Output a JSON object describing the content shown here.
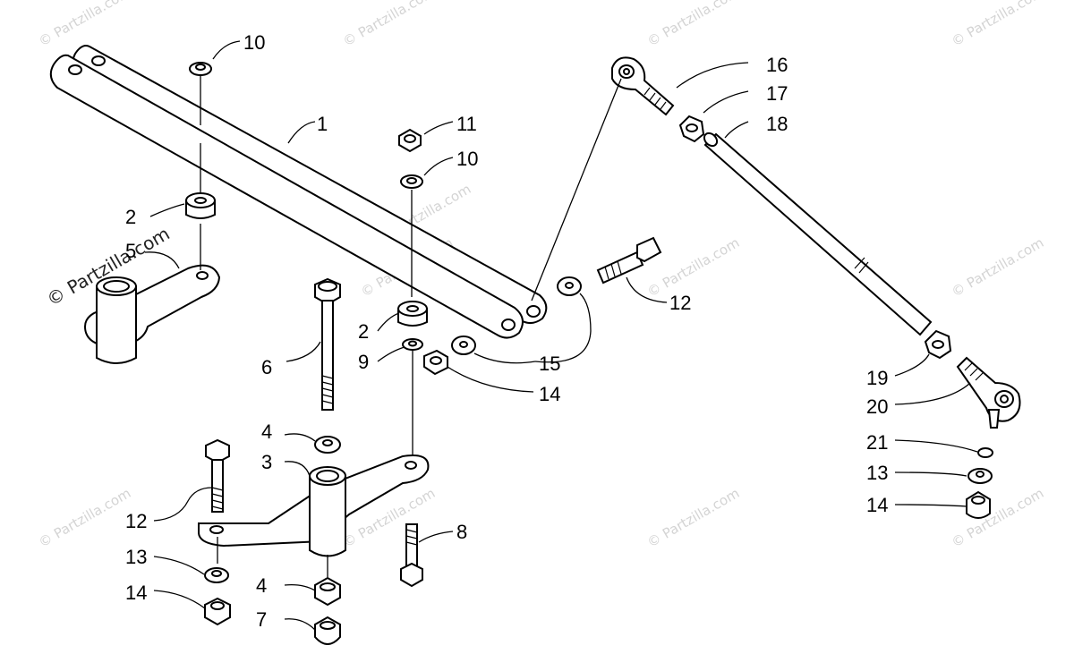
{
  "watermark_text": "© Partzilla.com",
  "callouts": {
    "c1": "1",
    "c2a": "2",
    "c2b": "2",
    "c3": "3",
    "c4a": "4",
    "c4b": "4",
    "c5": "5",
    "c6": "6",
    "c7": "7",
    "c8": "8",
    "c9": "9",
    "c10a": "10",
    "c10b": "10",
    "c11": "11",
    "c12a": "12",
    "c12b": "12",
    "c13a": "13",
    "c13b": "13",
    "c14a": "14",
    "c14b": "14",
    "c14c": "14",
    "c15": "15",
    "c16": "16",
    "c17": "17",
    "c18": "18",
    "c19": "19",
    "c20": "20",
    "c21": "21"
  }
}
